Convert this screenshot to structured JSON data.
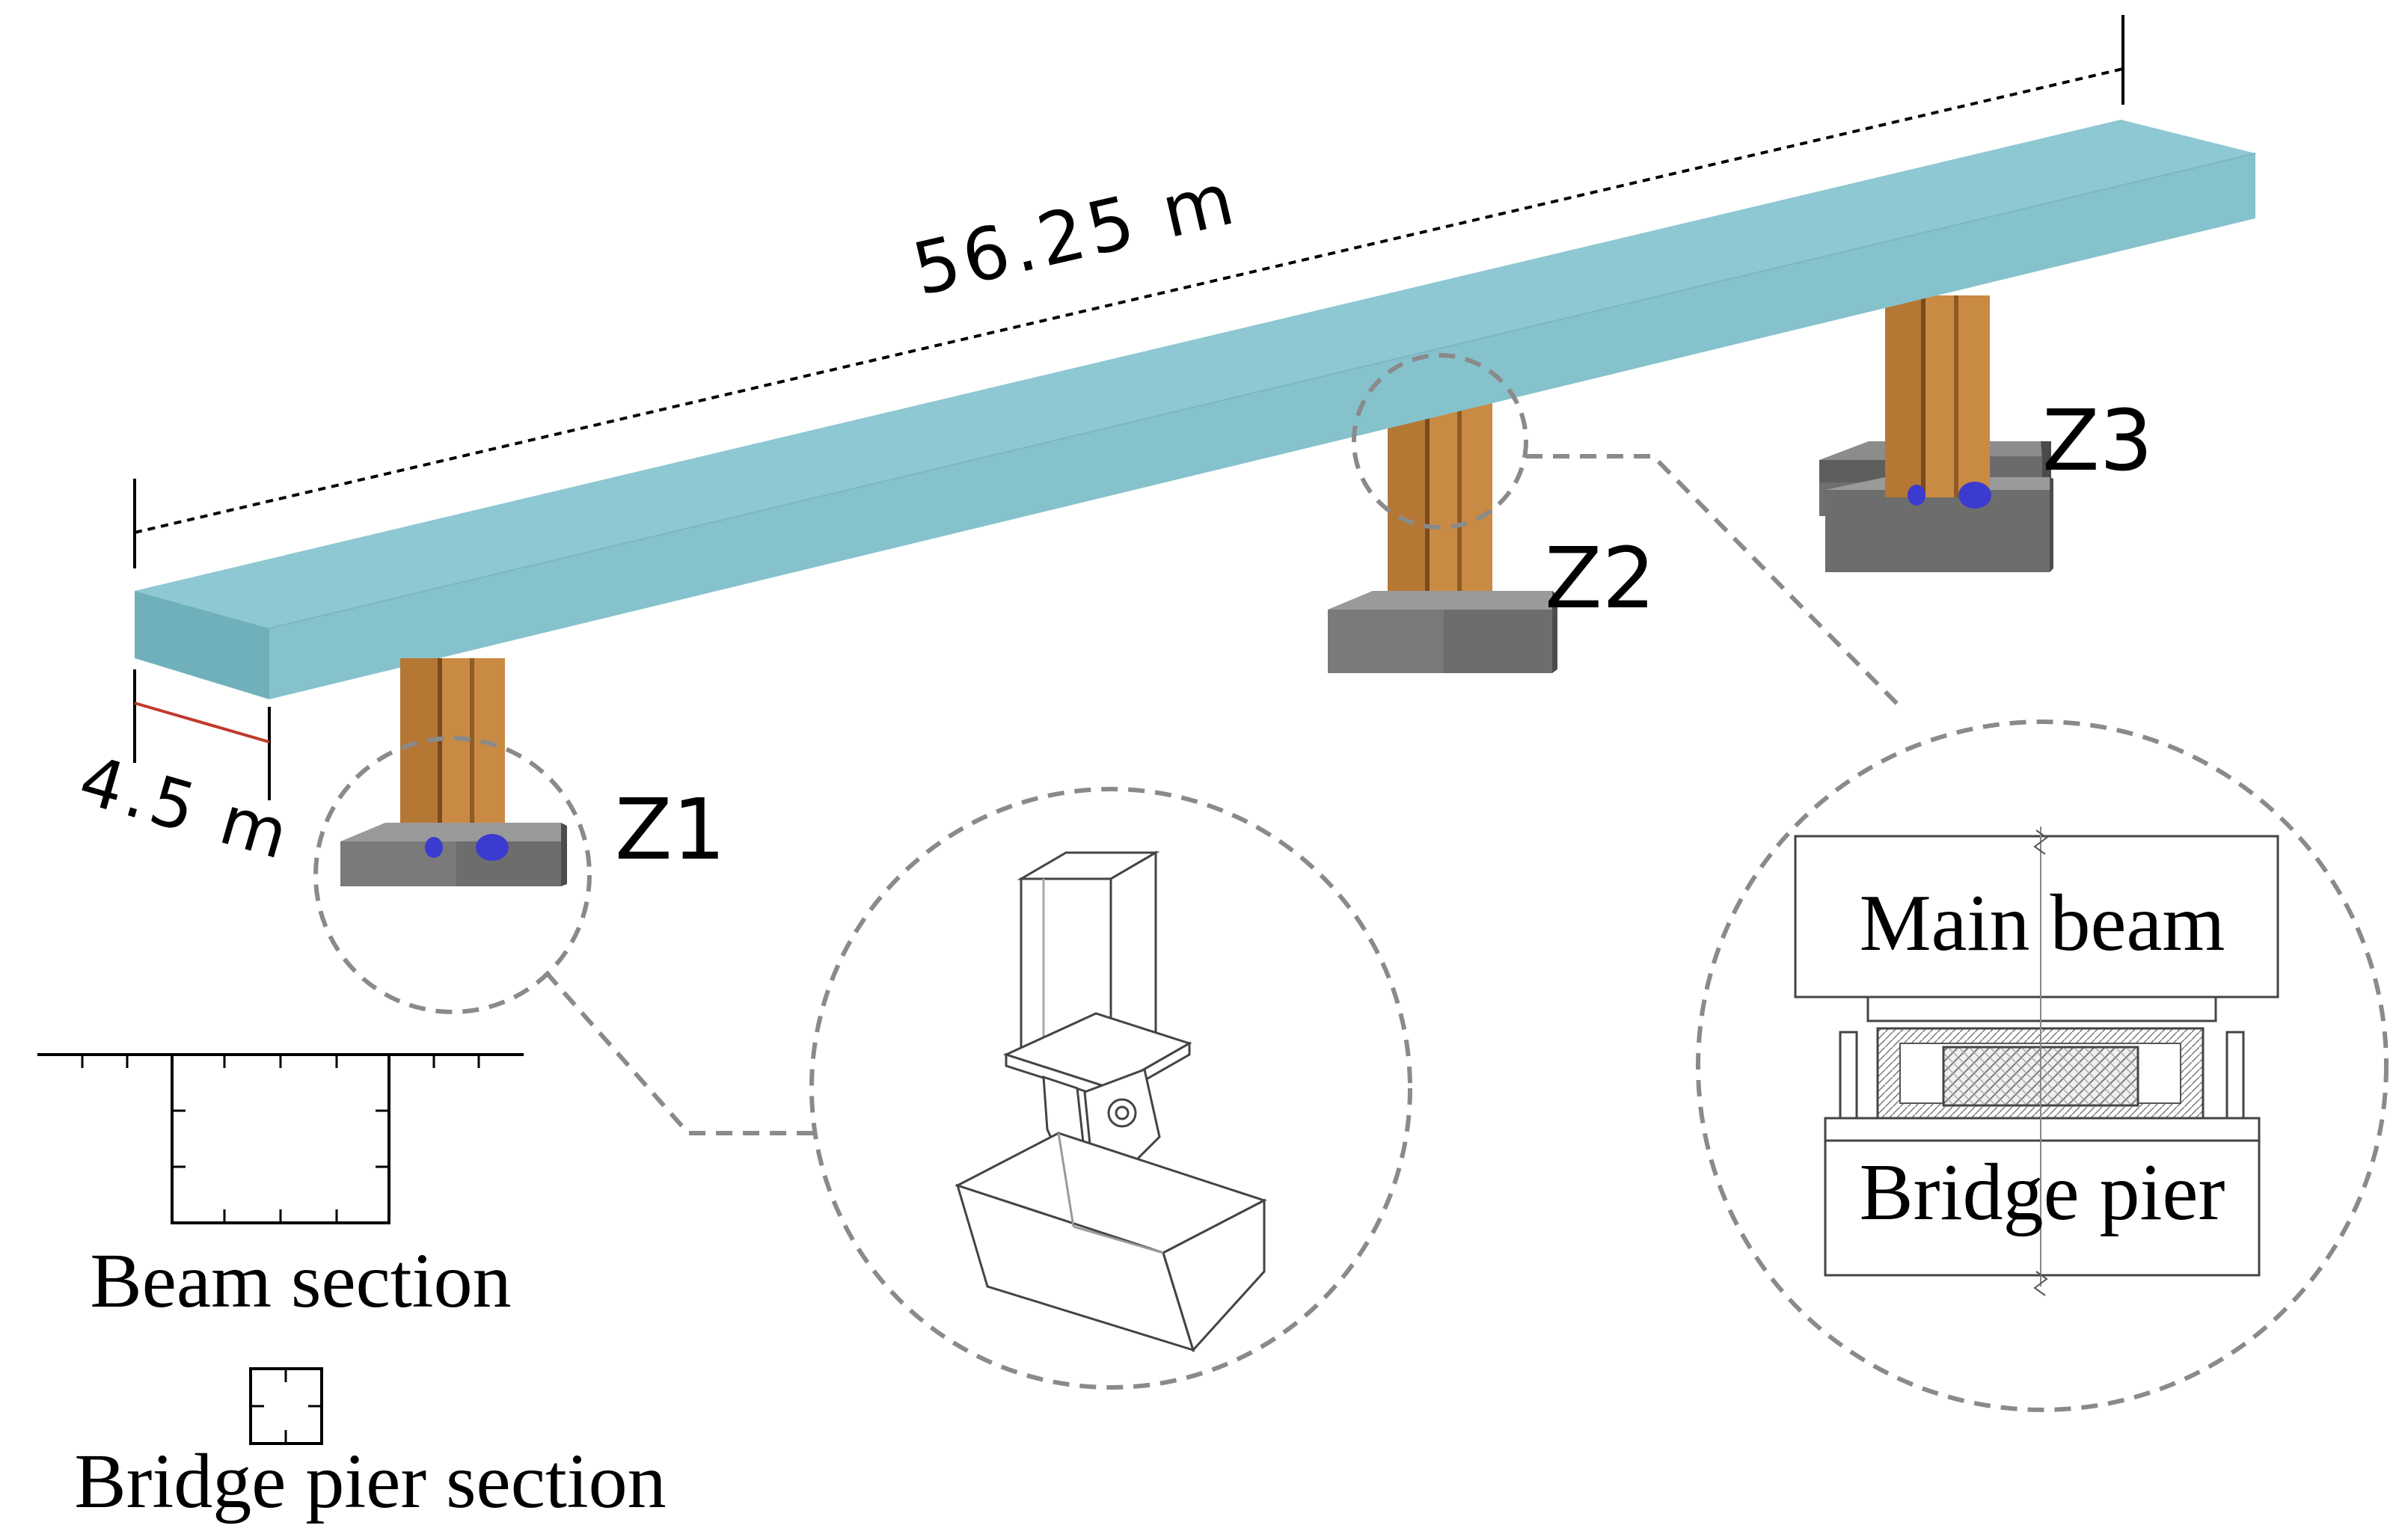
{
  "dimensions": {
    "span_length": "56.25 m",
    "beam_width": "4.5 m"
  },
  "piers": [
    {
      "label": "Z1"
    },
    {
      "label": "Z2"
    },
    {
      "label": "Z3"
    }
  ],
  "bearing_detail": {
    "top_label": "Main beam",
    "bottom_label": "Bridge pier"
  },
  "sections": {
    "beam_section": "Beam section",
    "pier_section": "Bridge pier section"
  },
  "colors": {
    "beam_top": "#8ec8d2",
    "beam_front": "#87c3cd",
    "beam_side": "#6aa9b4",
    "pier": "#c98a44",
    "pier_dark": "#8f5a24",
    "footing_top": "#8c8c8c",
    "footing_front": "#5e5e5e",
    "bearing": "#3b3bd0",
    "callout": "#8a8a8a"
  }
}
